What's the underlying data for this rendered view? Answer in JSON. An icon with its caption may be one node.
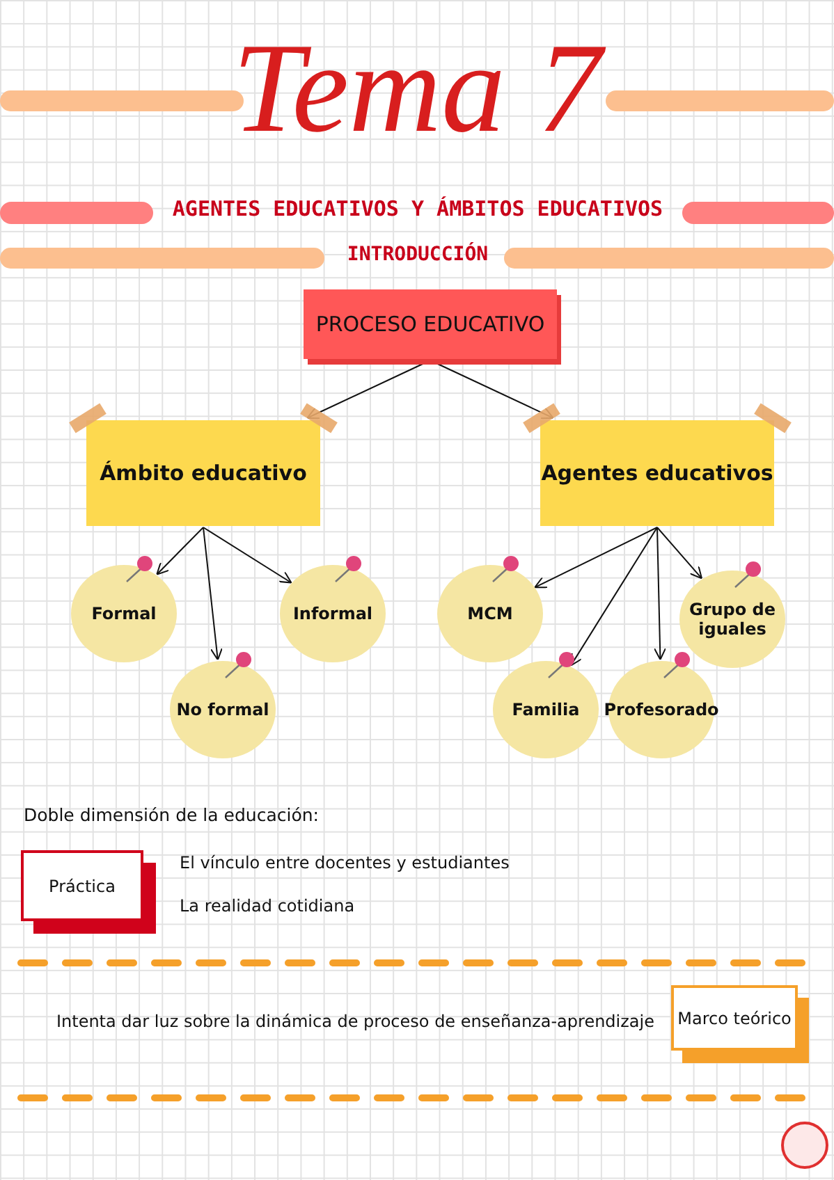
{
  "diagram": {
    "title": "Tema 7",
    "nodes": [
      {
        "text": [
          "PROCESO EDUCATIVO"
        ]
      },
      {
        "text": [
          "Ámbito educativo"
        ]
      },
      {
        "text": [
          "Agentes educativos"
        ]
      },
      {
        "text": [
          "Formal"
        ]
      },
      {
        "text": [
          "No formal"
        ]
      },
      {
        "text": [
          "Informal"
        ]
      },
      {
        "text": [
          "MCM"
        ]
      },
      {
        "text": [
          "Familia"
        ]
      },
      {
        "text": [
          "Profesorado"
        ]
      },
      {
        "text": [
          "Grupo de iguales"
        ]
      },
      {
        "text": [
          "Práctica"
        ],
        "beside": [
          "El vínculo entre docentes y estudiantes",
          "La realidad cotidiana"
        ]
      },
      {
        "text": [
          "Marco teórico"
        ],
        "beside": [
          "Intenta dar luz sobre la dinámica de proceso de enseñanza-aprendizaje"
        ]
      }
    ],
    "edges": [
      {
        "from": 0,
        "to": 1,
        "arrow": "to"
      },
      {
        "from": 0,
        "to": 2,
        "arrow": "to"
      },
      {
        "from": 1,
        "to": 3,
        "arrow": "to"
      },
      {
        "from": 1,
        "to": 4,
        "arrow": "to"
      },
      {
        "from": 1,
        "to": 5,
        "arrow": "to"
      },
      {
        "from": 2,
        "to": 6,
        "arrow": "to"
      },
      {
        "from": 2,
        "to": 7,
        "arrow": "to"
      },
      {
        "from": 2,
        "to": 8,
        "arrow": "to"
      },
      {
        "from": 2,
        "to": 9,
        "arrow": "to"
      }
    ],
    "labels": [
      "AGENTES EDUCATIVOS Y ÁMBITOS EDUCATIVOS",
      "INTRODUCCIÓN",
      "Doble dimensión de la educación:"
    ]
  }
}
